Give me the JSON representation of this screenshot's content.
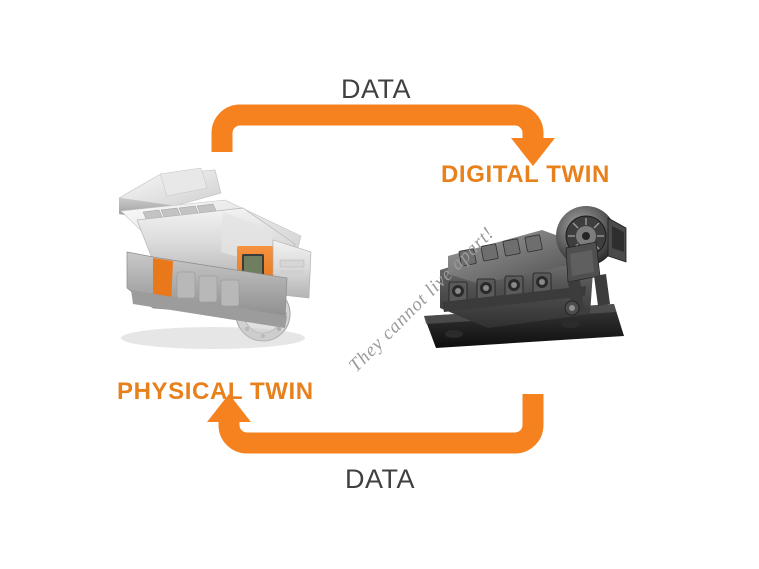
{
  "diagram": {
    "title": "Physical Twin and Digital Twin data loop",
    "background_color": "#FFFFFF",
    "accent_color": "#F5821F",
    "label_color": "#E8801C",
    "text_color": "#404040",
    "tagline_color": "#9A9A9A"
  },
  "labels": {
    "data_top": "DATA",
    "data_bottom": "DATA",
    "digital_twin": "DIGITAL TWIN",
    "physical_twin": "PHYSICAL  TWIN",
    "tagline": "They cannot live apart!"
  },
  "nodes": [
    {
      "id": "physical-twin",
      "label": "PHYSICAL  TWIN",
      "image": "marine-diesel-engine-photograph",
      "description": "Silver-grey industrial marine engine with orange accent panels",
      "colors": {
        "body": "#D8D8D8",
        "accent": "#F07C1E",
        "shadow": "#9B9B9B"
      }
    },
    {
      "id": "digital-twin",
      "label": "DIGITAL TWIN",
      "image": "engine-cad-render-greyscale",
      "description": "Dark greyscale CAD cut-away render of the same engine on a base platform",
      "colors": {
        "body": "#4A4A4A",
        "highlight": "#A6A6A6",
        "base": "#1E1E1E"
      }
    }
  ],
  "connectors": [
    {
      "id": "arrow-top",
      "label": "DATA",
      "from": "physical-twin",
      "to": "digital-twin",
      "direction": "left-to-right-then-down",
      "color": "#F5821F"
    },
    {
      "id": "arrow-bottom",
      "label": "DATA",
      "from": "digital-twin",
      "to": "physical-twin",
      "direction": "right-to-left-then-up",
      "color": "#F5821F"
    }
  ],
  "icons": {
    "arrow_top": "arrow-elbow-down-right-icon",
    "arrow_bottom": "arrow-elbow-up-left-icon"
  }
}
